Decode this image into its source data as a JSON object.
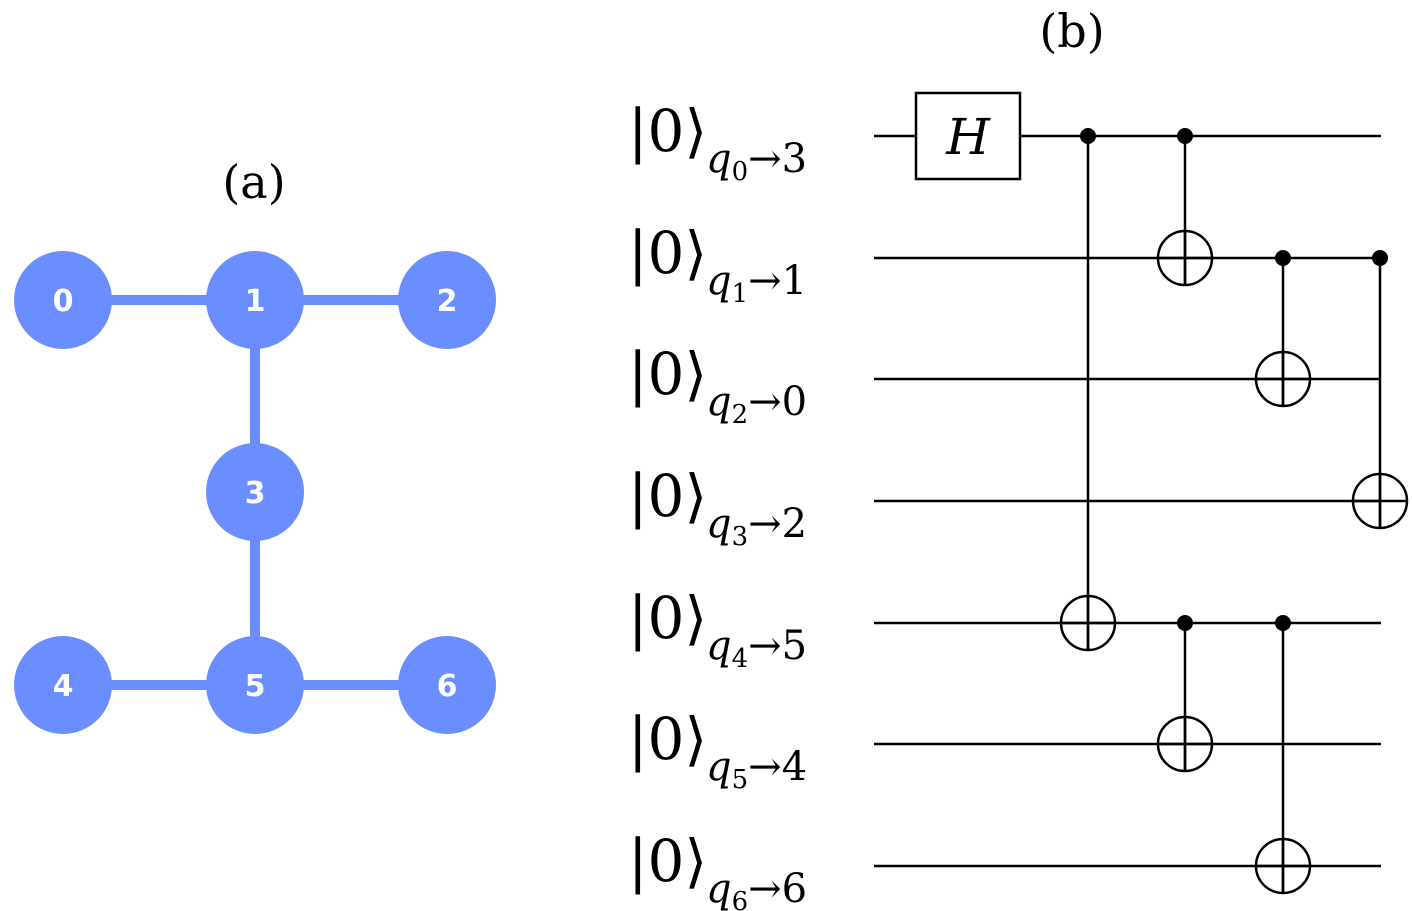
{
  "panel_a": {
    "label": "(a)",
    "node_color": "#6a8eff",
    "nodes": [
      {
        "id": "n0",
        "label": "0"
      },
      {
        "id": "n1",
        "label": "1"
      },
      {
        "id": "n2",
        "label": "2"
      },
      {
        "id": "n3",
        "label": "3"
      },
      {
        "id": "n4",
        "label": "4"
      },
      {
        "id": "n5",
        "label": "5"
      },
      {
        "id": "n6",
        "label": "6"
      }
    ],
    "edges": [
      [
        "0",
        "1"
      ],
      [
        "1",
        "2"
      ],
      [
        "1",
        "3"
      ],
      [
        "3",
        "5"
      ],
      [
        "4",
        "5"
      ],
      [
        "5",
        "6"
      ]
    ]
  },
  "panel_b": {
    "label": "(b)",
    "qubits": [
      {
        "ket": "|0⟩",
        "q": "q",
        "index": "0",
        "arrow": "→",
        "target": "3"
      },
      {
        "ket": "|0⟩",
        "q": "q",
        "index": "1",
        "arrow": "→",
        "target": "1"
      },
      {
        "ket": "|0⟩",
        "q": "q",
        "index": "2",
        "arrow": "→",
        "target": "0"
      },
      {
        "ket": "|0⟩",
        "q": "q",
        "index": "3",
        "arrow": "→",
        "target": "2"
      },
      {
        "ket": "|0⟩",
        "q": "q",
        "index": "4",
        "arrow": "→",
        "target": "5"
      },
      {
        "ket": "|0⟩",
        "q": "q",
        "index": "5",
        "arrow": "→",
        "target": "4"
      },
      {
        "ket": "|0⟩",
        "q": "q",
        "index": "6",
        "arrow": "→",
        "target": "6"
      }
    ],
    "gates": [
      {
        "type": "H",
        "label": "H",
        "qubit": 0
      },
      {
        "type": "CNOT",
        "control": 0,
        "target": 4
      },
      {
        "type": "CNOT",
        "control": 0,
        "target": 1
      },
      {
        "type": "CNOT",
        "control": 4,
        "target": 5
      },
      {
        "type": "CNOT",
        "control": 1,
        "target": 2
      },
      {
        "type": "CNOT",
        "control": 4,
        "target": 6
      },
      {
        "type": "CNOT",
        "control": 1,
        "target": 3
      }
    ]
  }
}
